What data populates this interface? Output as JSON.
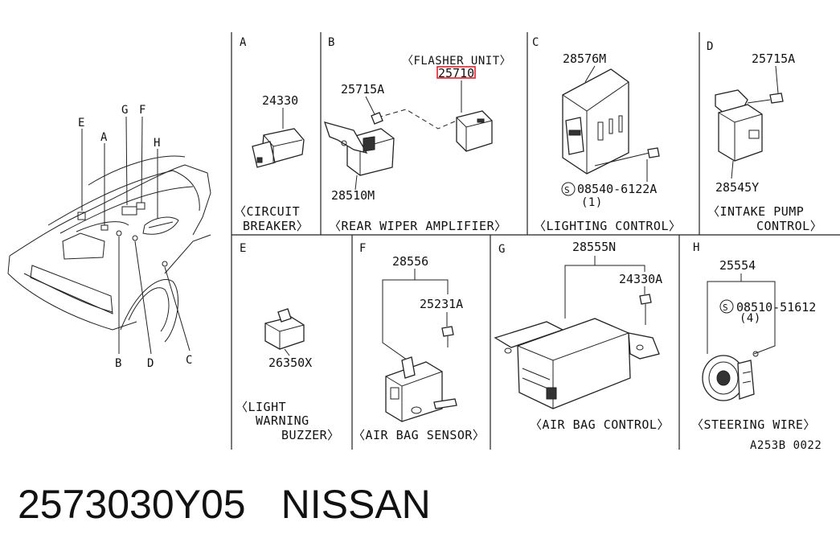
{
  "overview": {
    "callouts": [
      "E",
      "A",
      "G",
      "F",
      "H",
      "B",
      "D",
      "C"
    ]
  },
  "panels": {
    "A": {
      "letter": "A",
      "part": "24330",
      "caption1": "〈CIRCUIT",
      "caption2": "BREAKER〉"
    },
    "B": {
      "letter": "B",
      "header": "〈FLASHER UNIT〉",
      "part_highlight": "25710",
      "part2": "25715A",
      "part3": "28510M",
      "caption": "〈REAR WIPER AMPLIFIER〉"
    },
    "C": {
      "letter": "C",
      "part": "28576M",
      "bolt": "08540-6122A",
      "qty": "(1)",
      "caption": "〈LIGHTING CONTROL〉"
    },
    "D": {
      "letter": "D",
      "part": "25715A",
      "part2": "28545Y",
      "caption1": "〈INTAKE PUMP",
      "caption2": "CONTROL〉"
    },
    "E": {
      "letter": "E",
      "part": "26350X",
      "caption1": "〈LIGHT",
      "caption2": "WARNING",
      "caption3": "BUZZER〉"
    },
    "F": {
      "letter": "F",
      "part": "28556",
      "part2": "25231A",
      "caption": "〈AIR BAG SENSOR〉"
    },
    "G": {
      "letter": "G",
      "part": "28555N",
      "part2": "24330A",
      "caption": "〈AIR BAG CONTROL〉"
    },
    "H": {
      "letter": "H",
      "part": "25554",
      "bolt": "08510-51612",
      "qty": "(4)",
      "caption": "〈STEERING WIRE〉"
    }
  },
  "diagram_code": "A253B 0022",
  "footer": {
    "part_number": "2573030Y05",
    "brand": "NISSAN"
  },
  "colors": {
    "highlight": "#e0202a",
    "line": "#222222"
  }
}
